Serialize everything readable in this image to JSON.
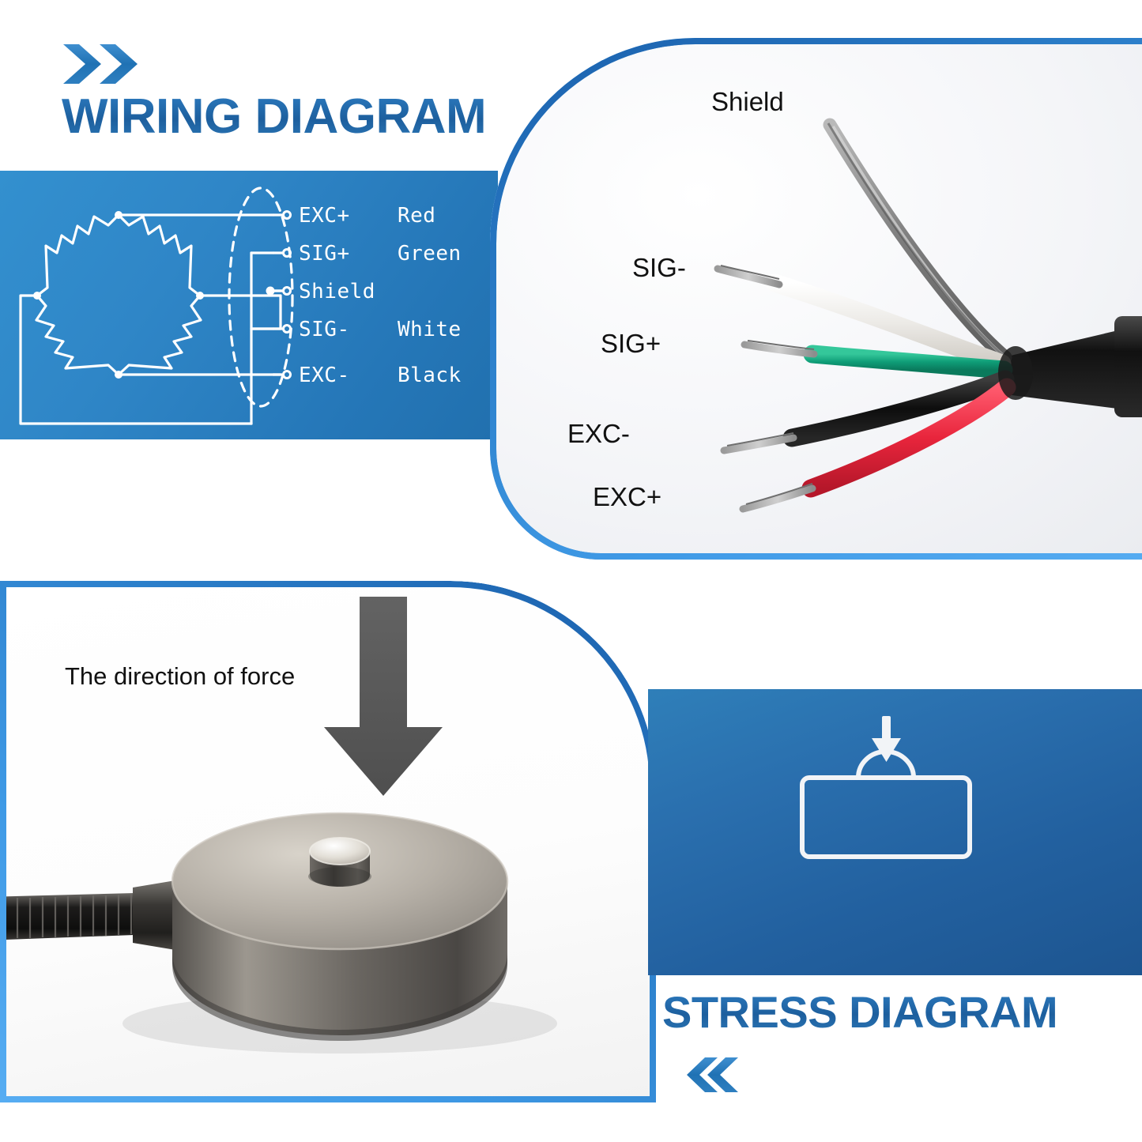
{
  "page": {
    "background_color": "#ffffff",
    "brand_blue": "#2a80c4",
    "deep_blue": "#1d5590",
    "accent_blue": "#3f9ae6"
  },
  "wiring_section": {
    "title": "WIRING DIAGRAM",
    "chevron_icon": "double-chevron-right",
    "schematic": {
      "panel_color": "#2f86c7",
      "bridge": "wheatstone-bridge-4-resistor",
      "shield_outline": "dashed-ellipse",
      "terminals": [
        {
          "signal": "EXC+",
          "wire_color_name": "Red"
        },
        {
          "signal": "SIG+",
          "wire_color_name": "Green"
        },
        {
          "signal": "Shield",
          "wire_color_name": ""
        },
        {
          "signal": "SIG-",
          "wire_color_name": "White"
        },
        {
          "signal": "EXC-",
          "wire_color_name": "Black"
        }
      ]
    },
    "photo": {
      "subject": "shielded-5-conductor-cable-stripped",
      "labels": [
        {
          "text": "Shield",
          "wire_color": "#9aa0a6"
        },
        {
          "text": "SIG-",
          "wire_color": "#ffffff"
        },
        {
          "text": "SIG+",
          "wire_color": "#13a07a"
        },
        {
          "text": "EXC-",
          "wire_color": "#141414"
        },
        {
          "text": "EXC+",
          "wire_color": "#e8283f"
        }
      ],
      "jacket_color": "#1a1a1a"
    }
  },
  "stress_section": {
    "title": "STRESS DIAGRAM",
    "chevron_icon": "double-chevron-left",
    "force_caption": "The direction of force",
    "arrow_icon": "down-arrow",
    "arrow_color": "#5a5a5a",
    "product": {
      "subject": "compression-load-cell-disc",
      "body_color": "#6f6c68",
      "top_face_color": "#b9b4ad",
      "button_color": "#c9c4bd",
      "cable_color": "#1c1c1c"
    },
    "icon": {
      "name": "load-on-block-icon",
      "stroke_color": "#ffffff",
      "parts": [
        "down-arrow",
        "semicircular-bump",
        "rounded-rectangle-block"
      ]
    }
  }
}
